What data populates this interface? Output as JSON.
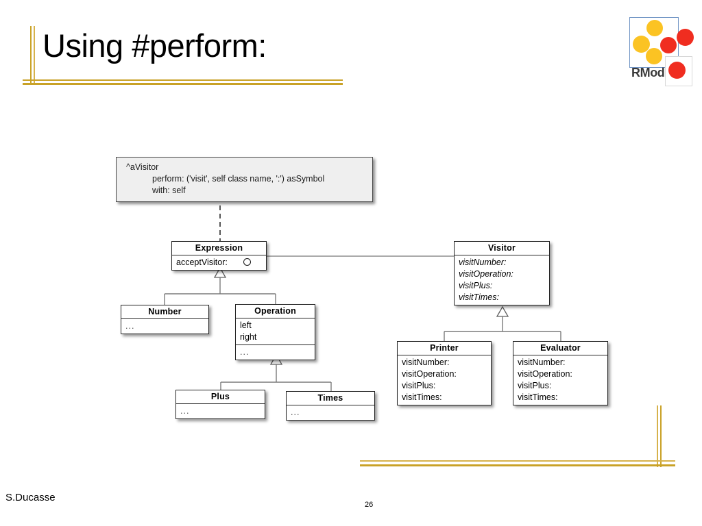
{
  "slide": {
    "title": "Using #perform:",
    "author": "S.Ducasse",
    "page_number": "26"
  },
  "logo": {
    "name": "rmod-logo",
    "text": "RMod",
    "colors": {
      "yellow": "#fbc323",
      "red": "#f02d20",
      "border_blue": "#6f93c4"
    }
  },
  "ornament": {
    "color": "#c9a227"
  },
  "note": {
    "name": "perform-code-note",
    "line1": "^aVisitor",
    "line2": "perform: ('visit', self class name, ':') asSymbol",
    "line3": "with: self"
  },
  "diagram": {
    "type": "uml-class-diagram",
    "classes": [
      {
        "id": "expression",
        "name": "Expression",
        "abstract": true,
        "compartments": [
          {
            "kind": "operations",
            "italic": false,
            "members": [
              "acceptVisitor:"
            ]
          }
        ],
        "has_socket": true
      },
      {
        "id": "visitor",
        "name": "Visitor",
        "abstract": true,
        "compartments": [
          {
            "kind": "operations",
            "italic": true,
            "members": [
              "visitNumber:",
              "visitOperation:",
              "visitPlus:",
              "visitTimes:"
            ]
          }
        ],
        "has_socket": false
      },
      {
        "id": "number",
        "name": "Number",
        "abstract": false,
        "compartments": [
          {
            "kind": "operations",
            "italic": false,
            "members": [
              "..."
            ]
          }
        ],
        "has_socket": false
      },
      {
        "id": "operation",
        "name": "Operation",
        "abstract": false,
        "compartments": [
          {
            "kind": "attributes",
            "italic": false,
            "members": [
              "left",
              "right"
            ]
          },
          {
            "kind": "operations",
            "italic": false,
            "members": [
              "..."
            ]
          }
        ],
        "has_socket": false
      },
      {
        "id": "plus",
        "name": "Plus",
        "abstract": false,
        "compartments": [
          {
            "kind": "operations",
            "italic": false,
            "members": [
              "..."
            ]
          }
        ],
        "has_socket": false
      },
      {
        "id": "times",
        "name": "Times",
        "abstract": false,
        "compartments": [
          {
            "kind": "operations",
            "italic": false,
            "members": [
              "..."
            ]
          }
        ],
        "has_socket": false
      },
      {
        "id": "printer",
        "name": "Printer",
        "abstract": false,
        "compartments": [
          {
            "kind": "operations",
            "italic": false,
            "members": [
              "visitNumber:",
              "visitOperation:",
              "visitPlus:",
              "visitTimes:"
            ]
          }
        ],
        "has_socket": false
      },
      {
        "id": "evaluator",
        "name": "Evaluator",
        "abstract": false,
        "compartments": [
          {
            "kind": "operations",
            "italic": false,
            "members": [
              "visitNumber:",
              "visitOperation:",
              "visitPlus:",
              "visitTimes:"
            ]
          }
        ],
        "has_socket": false
      }
    ],
    "relations": [
      {
        "kind": "note-anchor",
        "from": "perform-code-note",
        "to": "expression",
        "style": "dashed"
      },
      {
        "kind": "association",
        "from": "expression",
        "to": "visitor",
        "style": "solid"
      },
      {
        "kind": "generalization",
        "parent": "expression",
        "children": [
          "number",
          "operation"
        ]
      },
      {
        "kind": "generalization",
        "parent": "operation",
        "children": [
          "plus",
          "times"
        ]
      },
      {
        "kind": "generalization",
        "parent": "visitor",
        "children": [
          "printer",
          "evaluator"
        ]
      }
    ]
  },
  "labels": {
    "expression_name": "Expression",
    "expression_op_0": "acceptVisitor:",
    "visitor_name": "Visitor",
    "visitor_op_0": "visitNumber:",
    "visitor_op_1": "visitOperation:",
    "visitor_op_2": "visitPlus:",
    "visitor_op_3": "visitTimes:",
    "number_name": "Number",
    "number_op_0": "...",
    "operation_name": "Operation",
    "operation_attr_0": "left",
    "operation_attr_1": "right",
    "operation_op_0": "...",
    "plus_name": "Plus",
    "plus_op_0": "...",
    "times_name": "Times",
    "times_op_0": "...",
    "printer_name": "Printer",
    "printer_op_0": "visitNumber:",
    "printer_op_1": "visitOperation:",
    "printer_op_2": "visitPlus:",
    "printer_op_3": "visitTimes:",
    "evaluator_name": "Evaluator",
    "evaluator_op_0": "visitNumber:",
    "evaluator_op_1": "visitOperation:",
    "evaluator_op_2": "visitPlus:",
    "evaluator_op_3": "visitTimes:"
  }
}
